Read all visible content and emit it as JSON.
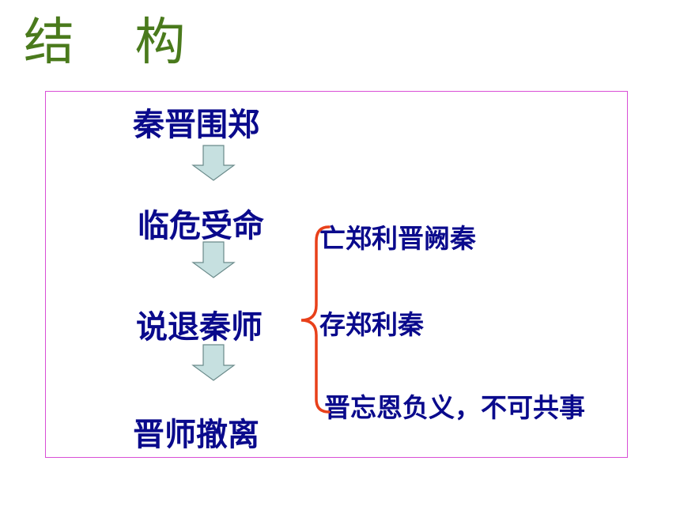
{
  "title": "结 构",
  "steps": [
    "秦晋围郑",
    "临危受命",
    "说退秦师",
    "晋师撤离"
  ],
  "reasons": [
    "亡郑利晋阙秦",
    "存郑利秦",
    "晋忘恩负义，不可共事"
  ],
  "colors": {
    "title": "#4a7a1c",
    "text": "#0a0a8c",
    "frame": "#d94fd6",
    "arrow_fill": "#c6e0e0",
    "arrow_stroke": "#6a8a8a",
    "brace": "#e8401a"
  }
}
